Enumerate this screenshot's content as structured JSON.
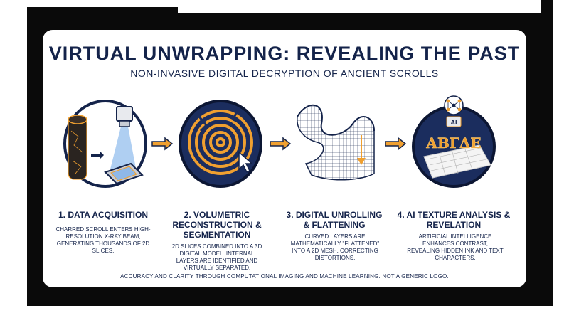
{
  "header": {
    "title": "VIRTUAL UNWRAPPING: REVEALING THE PAST",
    "subtitle": "NON-INVASIVE DIGITAL DECRYPTION OF ANCIENT SCROLLS"
  },
  "steps": [
    {
      "title": "1. DATA ACQUISITION",
      "description": "CHARRED SCROLL ENTERS HIGH-RESOLUTION X-RAY BEAM, GENERATING THOUSANDS OF 2D SLICES."
    },
    {
      "title": "2. VOLUMETRIC RECONSTRUCTION & SEGMENTATION",
      "description": "2D SLICES COMBINED INTO A 3D DIGITAL MODEL. INTERNAL LAYERS ARE IDENTIFIED AND VIRTUALLY SEPARATED."
    },
    {
      "title": "3. DIGITAL UNROLLING & FLATTENING",
      "description": "CURVED LAYERS ARE MATHEMATICALLY \"FLATTENED\" INTO A 2D MESH, CORRECTING DISTORTIONS."
    },
    {
      "title": "4. AI TEXTURE ANALYSIS & REVELATION",
      "description": "ARTIFICIAL INTELLIGENCE ENHANCES CONTRAST, REVEALING HIDDEN INK AND TEXT CHARACTERS."
    }
  ],
  "illustration": {
    "ai_badge": "AI",
    "glyphs": "ΑΒΓΔΕ"
  },
  "footer": "ACCURACY AND CLARITY THROUGH COMPUTATIONAL IMAGING AND MACHINE LEARNING. NOT A GENERIC LOGO.",
  "colors": {
    "navy": "#14234a",
    "orange": "#f0a030",
    "black": "#0a0a0a"
  },
  "icons": [
    "scroll-icon",
    "xray-camera-icon",
    "detector-plate-icon",
    "spiral-slice-icon",
    "cursor-icon",
    "mesh-sheet-icon",
    "neural-network-icon",
    "glowing-letters-icon",
    "right-arrow-icon"
  ]
}
